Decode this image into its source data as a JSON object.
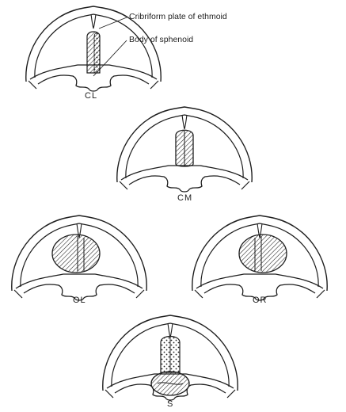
{
  "labels": {
    "cribriform": "Cribriform plate of ethmoid",
    "sphenoid": "Body of sphenoid"
  },
  "panels": {
    "cl": "CL",
    "cm": "CM",
    "ol": "OL",
    "or": "OR",
    "s": "S"
  },
  "colors": {
    "ink": "#1e1e1e",
    "paper": "#ffffff"
  }
}
